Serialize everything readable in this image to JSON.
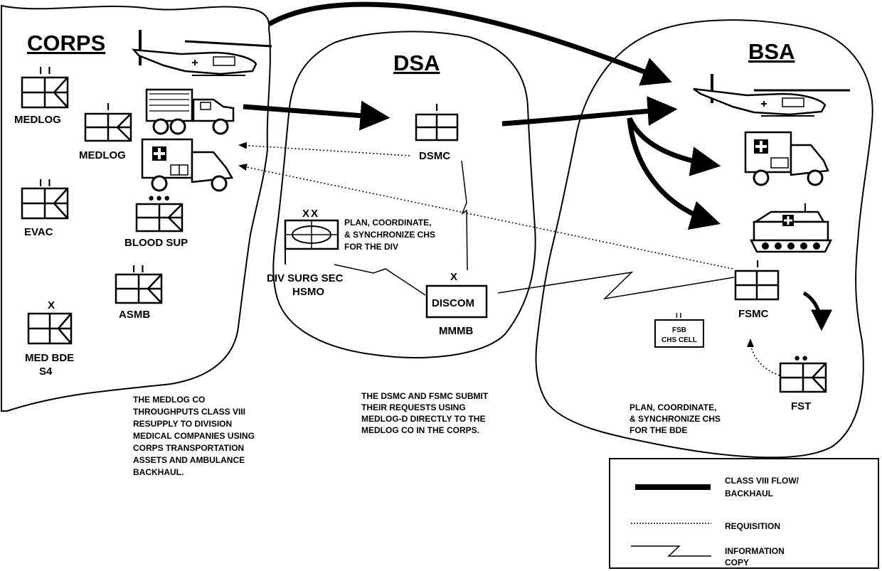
{
  "areas": {
    "corps": "CORPS",
    "dsa": "DSA",
    "bsa": "BSA"
  },
  "units": {
    "medlog_a": "MEDLOG",
    "medlog_b": "MEDLOG",
    "evac": "EVAC",
    "blood_sup": "BLOOD SUP",
    "asmb": "ASMB",
    "med_bde_1": "MED BDE",
    "med_bde_2": "S4",
    "dsmc": "DSMC",
    "div_surg_1": "DIV SURG SEC",
    "div_surg_2": "HSMO",
    "discom": "DISCOM",
    "mmmb": "MMMB",
    "fsmc": "FSMC",
    "fsb_1": "FSB",
    "fsb_2": "CHS CELL",
    "fst": "FST"
  },
  "echelons": {
    "medlog_a": "I I",
    "medlog_b": "I",
    "evac": "I I",
    "blood_sup": "●●●",
    "asmb": "I I",
    "med_bde": "X",
    "dsmc": "I",
    "div_surg": "XX",
    "discom": "X",
    "fsmc": "I",
    "fsb": "I I",
    "fst": "●●"
  },
  "notes": {
    "div_plan": [
      "PLAN, COORDINATE,",
      "& SYNCHRONIZE CHS",
      "FOR THE DIV"
    ],
    "bde_plan": [
      "PLAN, COORDINATE,",
      "& SYNCHRONIZE CHS",
      "FOR THE BDE"
    ],
    "medlog_note": [
      "THE MEDLOG CO",
      "THROUGHPUTS CLASS VIII",
      "RESUPPLY TO DIVISION",
      "MEDICAL COMPANIES  USING",
      "CORPS TRANSPORTATION",
      "ASSETS AND AMBULANCE",
      "BACKHAUL."
    ],
    "dsmc_note": [
      "THE DSMC AND FSMC  SUBMIT",
      "THEIR REQUESTS  USING",
      "MEDLOG-D DIRECTLY TO THE",
      "MEDLOG CO IN THE CORPS."
    ]
  },
  "legend": {
    "flow": [
      "CLASS VIII FLOW/",
      "BACKHAUL"
    ],
    "requisition": "REQUISITION",
    "info": [
      "INFORMATION",
      "COPY"
    ]
  }
}
